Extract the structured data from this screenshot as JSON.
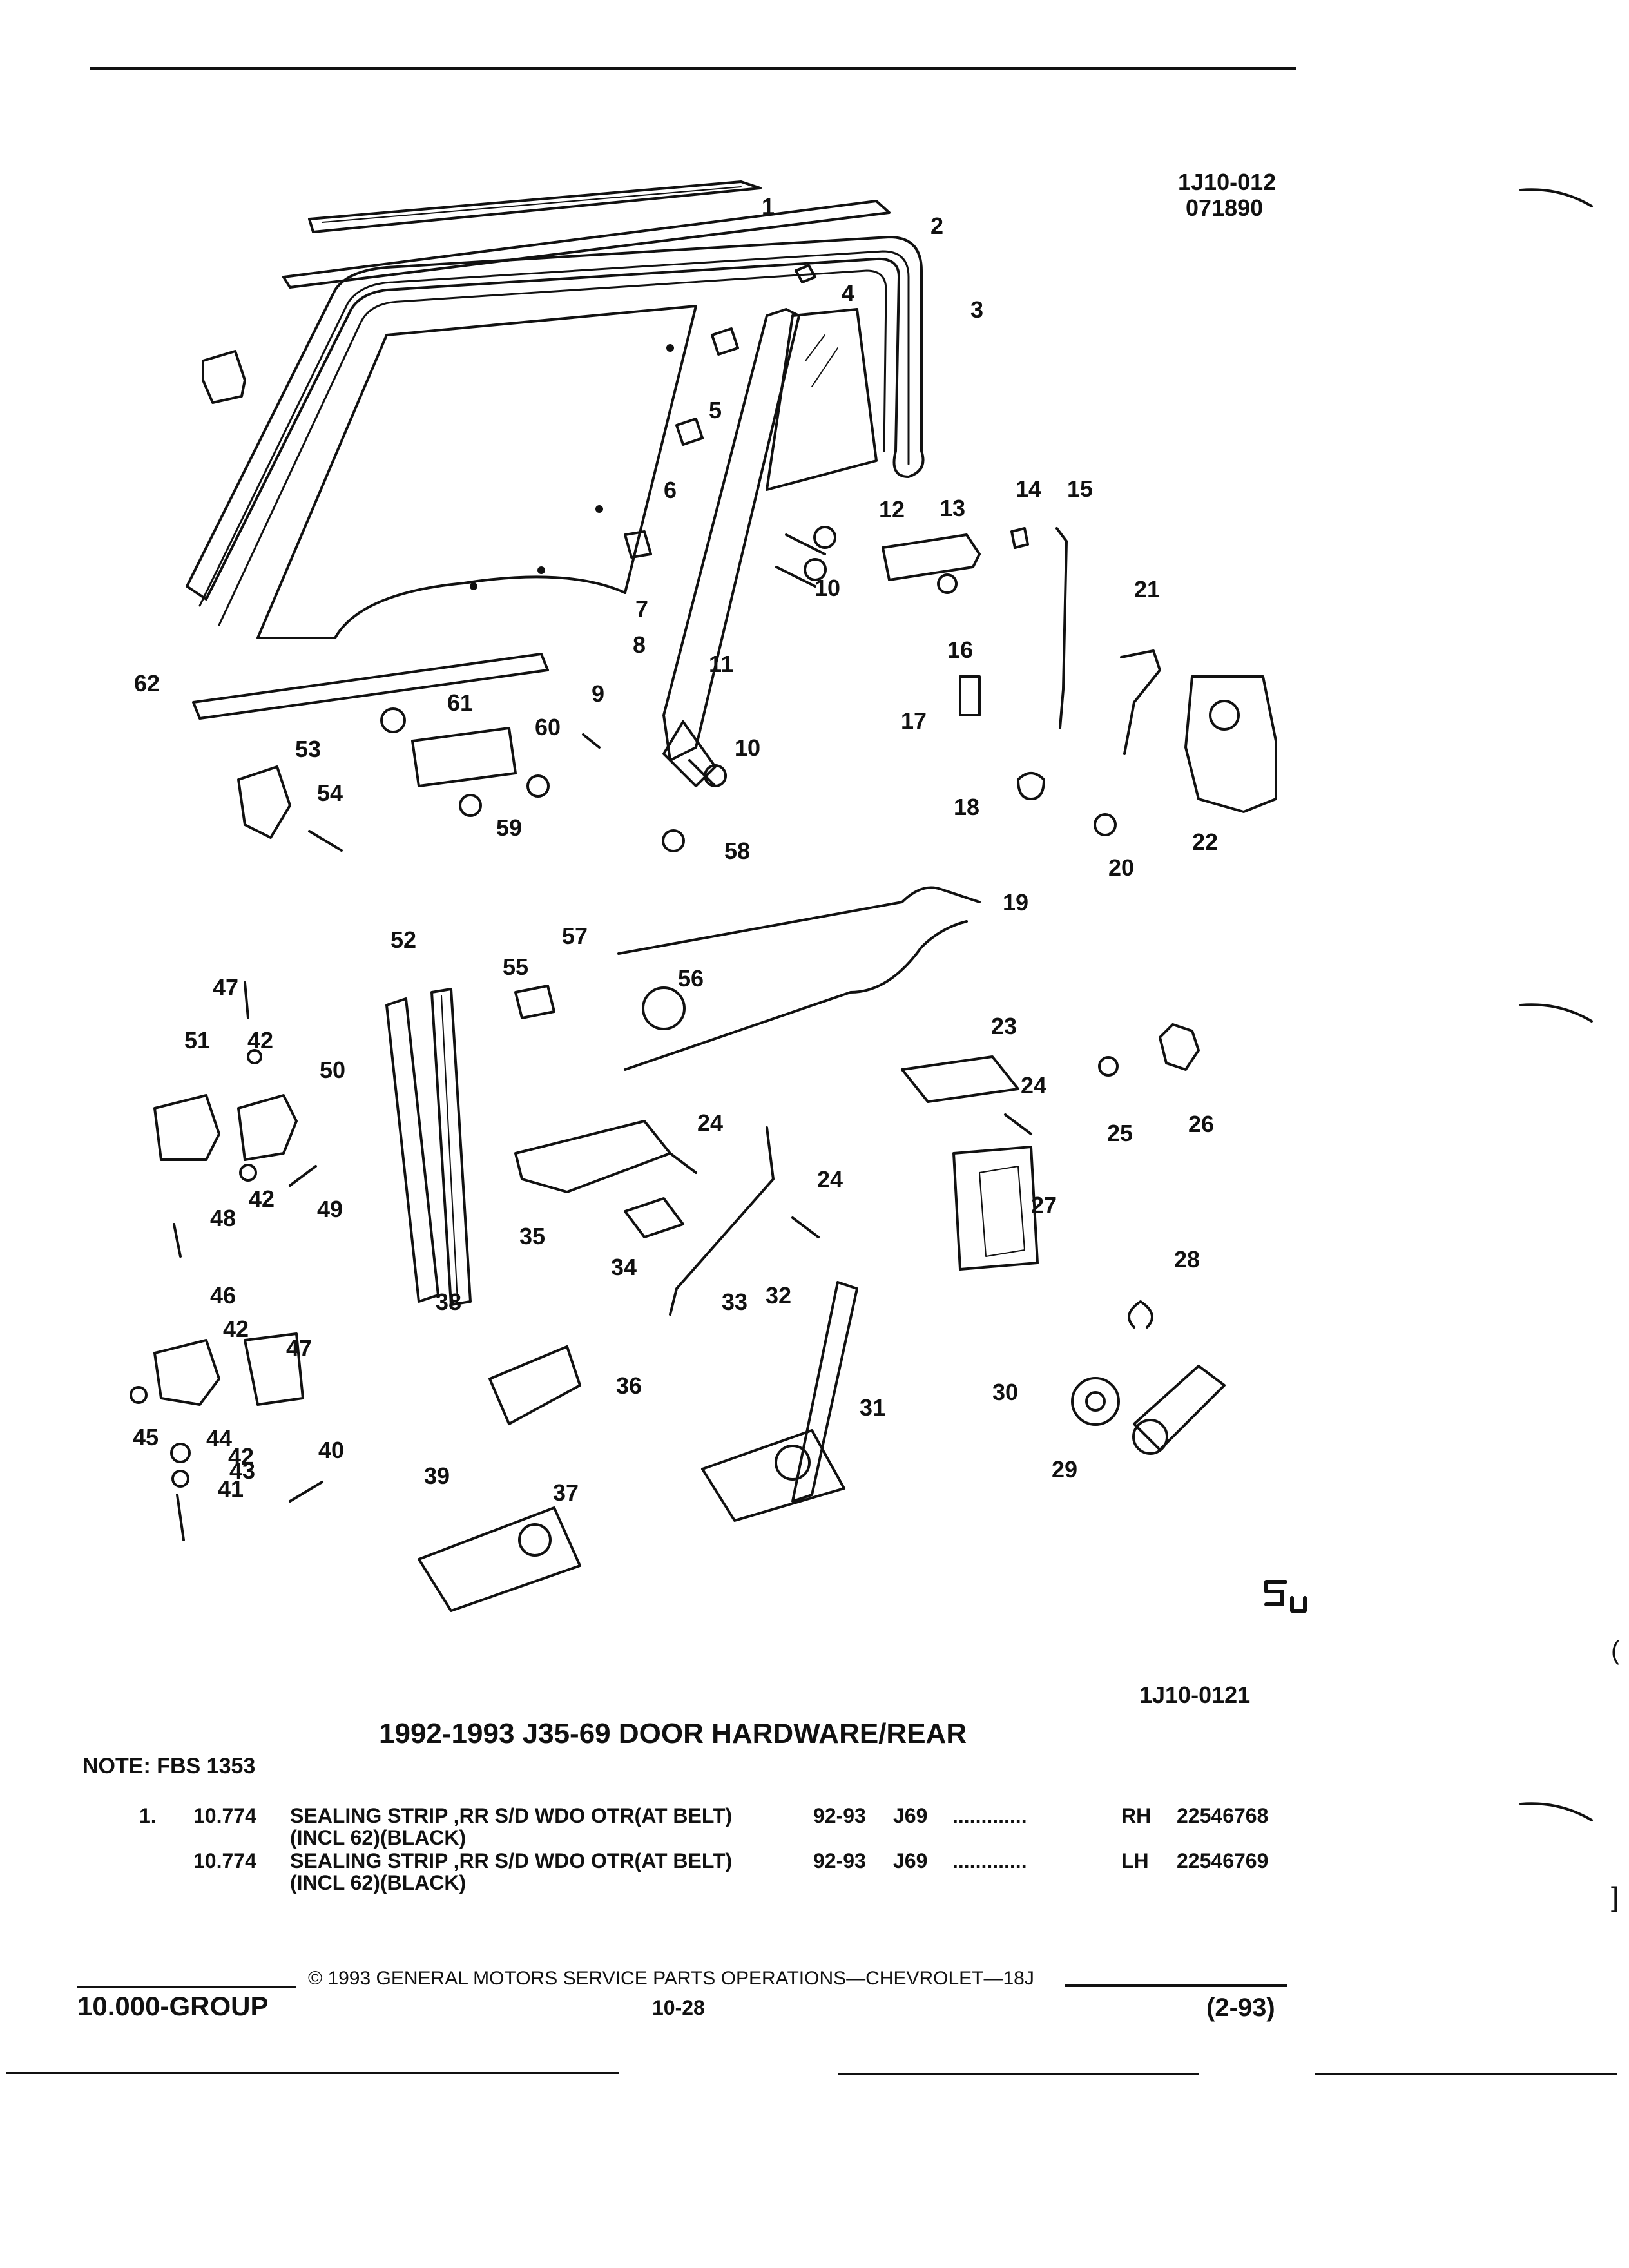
{
  "header": {
    "figure_code_1": "1J10-012",
    "figure_code_2": "071890",
    "figure_code_bottom": "1J10-0121"
  },
  "diagram": {
    "callouts": [
      "1",
      "2",
      "3",
      "4",
      "5",
      "6",
      "7",
      "8",
      "9",
      "10",
      "10",
      "10",
      "11",
      "12",
      "13",
      "14",
      "15",
      "16",
      "17",
      "18",
      "19",
      "20",
      "21",
      "22",
      "23",
      "24",
      "24",
      "24",
      "25",
      "26",
      "27",
      "28",
      "29",
      "30",
      "31",
      "32",
      "33",
      "34",
      "35",
      "36",
      "37",
      "38",
      "39",
      "40",
      "41",
      "42",
      "42",
      "42",
      "42",
      "43",
      "44",
      "45",
      "46",
      "47",
      "47",
      "48",
      "49",
      "50",
      "51",
      "52",
      "53",
      "54",
      "55",
      "56",
      "57",
      "58",
      "59",
      "60",
      "61",
      "62"
    ]
  },
  "title": "1992-1993 J35-69 DOOR HARDWARE/REAR",
  "note": "NOTE: FBS 1353",
  "parts": [
    {
      "item": "1.",
      "group": "10.774",
      "desc1": "SEALING STRIP ,RR S/D WDO OTR(AT BELT)",
      "desc2": "(INCL 62)(BLACK)",
      "years": "92-93",
      "model": "J69",
      "dots": ".............",
      "side": "RH",
      "part": "22546768"
    },
    {
      "item": "",
      "group": "10.774",
      "desc1": "SEALING STRIP ,RR S/D WDO OTR(AT BELT)",
      "desc2": "(INCL 62)(BLACK)",
      "years": "92-93",
      "model": "J69",
      "dots": ".............",
      "side": "LH",
      "part": "22546769"
    }
  ],
  "footer": {
    "copyright": "© 1993 GENERAL MOTORS SERVICE PARTS OPERATIONS—CHEVROLET—18J",
    "group": "10.000-GROUP",
    "page": "10-28",
    "date": "(2-93)"
  },
  "margin_marks": [
    "(",
    "]"
  ]
}
